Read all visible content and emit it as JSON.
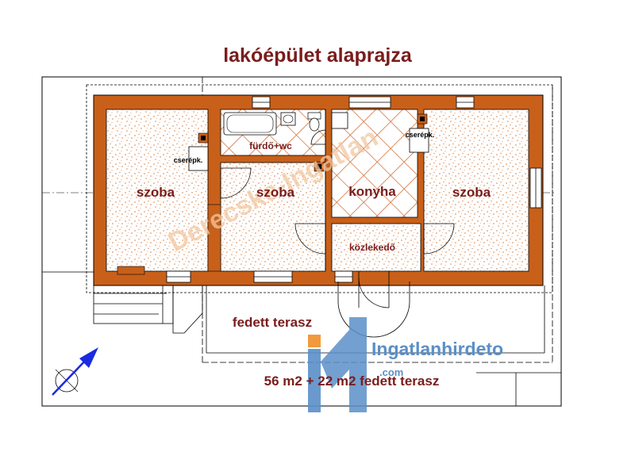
{
  "title": "lakóépület alaprajza",
  "rooms": {
    "szoba_left": "szoba",
    "szoba_middle": "szoba",
    "konyha": "konyha",
    "szoba_right": "szoba",
    "furdo": "fürdő+wc",
    "kozlekedo": "közlekedő",
    "terasz": "fedett terasz"
  },
  "chimneys": {
    "left": "cserépk.",
    "right": "cserépk."
  },
  "area_summary": "56 m2 + 22 m2 fedett terasz",
  "watermark": "Derecske-Ingatlan",
  "logo": {
    "name": "Ingatlanhirdeto",
    "suffix": ".com"
  },
  "colors": {
    "wall": "#c8601a",
    "room_label": "#7a1c1c",
    "floor_speckle": "#e8a070",
    "kitchen_tile": "#d0703a",
    "logo_blue": "#5a8fc8",
    "logo_orange": "#f29a3b",
    "compass_arrow": "#1a2be0"
  },
  "icons": [
    "bathtub-icon",
    "sink-icon",
    "toilet-icon",
    "door-swing-icon",
    "north-arrow-icon"
  ]
}
